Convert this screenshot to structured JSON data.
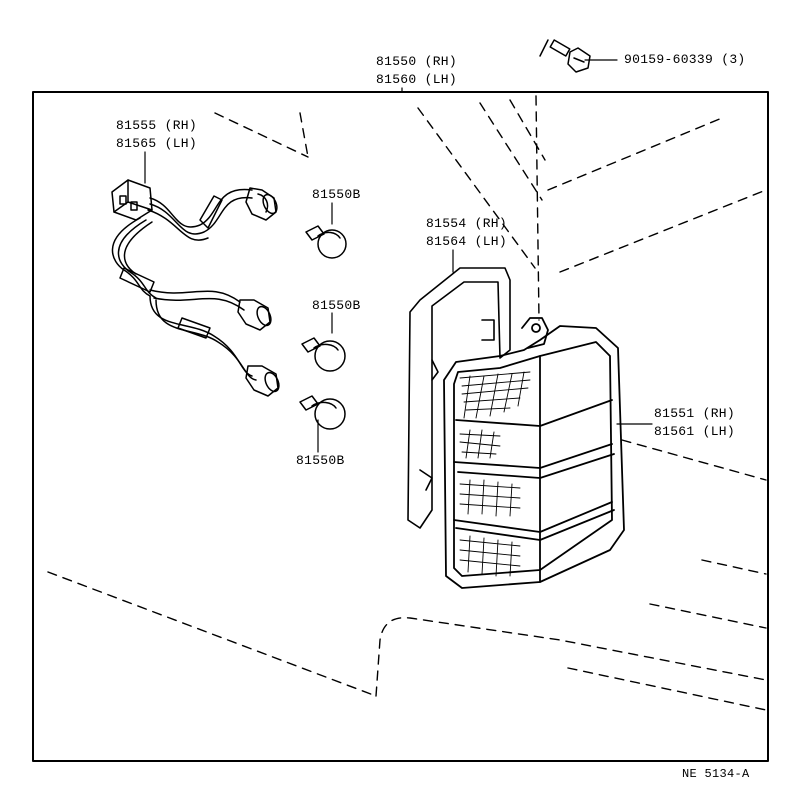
{
  "figure_id": "NE 5134-A",
  "callouts": {
    "bolt": "90159-60339 (3)",
    "lens_assy_rh": "81550 (RH)",
    "lens_assy_lh": "81560 (LH)",
    "socket_rh": "81555 (RH)",
    "socket_lh": "81565 (LH)",
    "bulb_1": "81550B",
    "bulb_2": "81550B",
    "bulb_3": "81550B",
    "gasket_rh": "81554 (RH)",
    "gasket_lh": "81564 (LH)",
    "lens_rh": "81551 (RH)",
    "lens_lh": "81561 (LH)"
  }
}
